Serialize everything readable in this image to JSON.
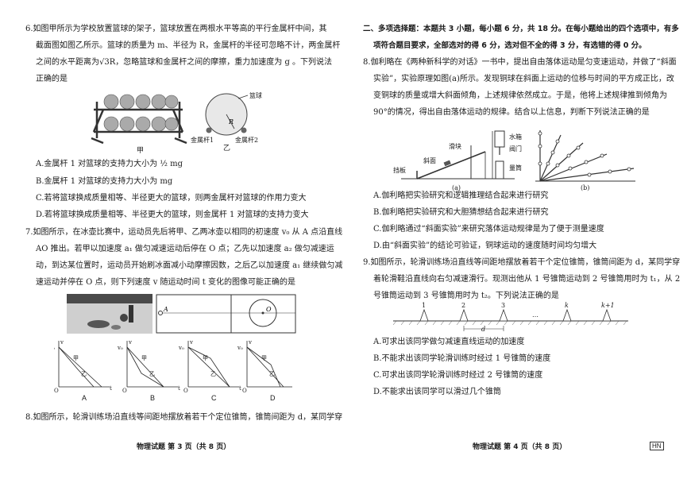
{
  "left": {
    "q6": {
      "lines": [
        "6.如图甲所示为学校放置篮球的架子，篮球放置在两根水平等高的平行金属杆中间，其",
        "截面图如图乙所示。篮球的质量为 m、半径为 R，金属杆的半径可忽略不计，两金属杆",
        "之间的水平距离为√3R，忽略篮球和金属杆之间的摩擦，重力加速度为 g 。下列说法",
        "正确的是"
      ],
      "fig_labels": {
        "jia": "甲",
        "yi": "乙",
        "ball": "篮球",
        "rod1": "金属杆1",
        "rod2": "金属杆2",
        "r": "R"
      },
      "options": [
        "A.金属杆 1 对篮球的支持力大小为 ½ mg",
        "B.金属杆 1 对篮球的支持力大小为 mg",
        "C.若将篮球换成质量相等、半径更大的篮球，则两金属杆对篮球的作用力变大",
        "D.若将篮球换成质量相等、半径更大的篮球，则金属杆 1 对篮球的支持力变大"
      ]
    },
    "q7": {
      "lines": [
        "7.如图所示，在冰壶比赛中，运动员先后将甲、乙两冰壶以相同的初速度 v₀ 从 A 点沿直线",
        "AO 推出。若甲以加速度 a₁ 做匀减速运动后停在 O 点；乙先以加速度 a₂ 做匀减速运",
        "动，到达某位置时，运动员开始刷冰面减小动摩擦因数，之后乙以加速度 a₁ 继续做匀减",
        "速运动并停在 O 点，则下列速度 v 随运动时间 t 变化的图像可能正确的是"
      ],
      "fig_labels": {
        "a": "A",
        "o": "O"
      },
      "graphs": [
        {
          "label": "A",
          "jia": "甲",
          "yi": "乙"
        },
        {
          "label": "B",
          "jia": "甲",
          "yi": "乙"
        },
        {
          "label": "C",
          "jia": "甲",
          "yi": "乙"
        },
        {
          "label": "D",
          "jia": "甲",
          "yi": "乙"
        }
      ],
      "axis": {
        "v": "v",
        "t": "t",
        "v0": "v₀",
        "o": "O"
      }
    },
    "q8_start": [
      "8.如图所示，轮滑训练场沿直线等间距地摆放着若干个定位锥筒，锥筒间距为 d，某同学穿"
    ],
    "footer": "物理试题  第 3 页（共 8 页）"
  },
  "right": {
    "section": [
      "二、多项选择题：本题共 3 小题，每小题 6 分，共 18 分。在每小题给出的四个选项中，有多",
      "项符合题目要求，全部选对的得 6 分，选对但不全的得 3 分，有选错的得 0 分。"
    ],
    "q8": {
      "lines": [
        "8.伽利略在《两种新科学的对话》一书中，提出自由落体运动是匀变速运动，并做了“斜面",
        "实验”，实验原理如图(a)所示。发现铜球在斜面上运动的位移与时间的平方成正比，改",
        "变铜球的质量或增大斜面倾角，上述规律依然成立。于是，他将上述规律推到倾角为",
        "90°的情况，得出自由落体运动的规律。结合以上信息，判断下列说法正确的是"
      ],
      "fig_labels": {
        "dangban": "挡板",
        "xiemian": "斜面",
        "huakuai": "滑块",
        "shuixiang": "水箱",
        "famen": "阀门",
        "liangtong": "量筒",
        "a": "(a)",
        "b": "(b)"
      },
      "options": [
        "A.伽利略把实验研究和逻辑推理结合起来进行研究",
        "B.伽利略把实验研究和大胆猜想结合起来进行研究",
        "C.伽利略通过“斜面实验”来研究落体运动规律是为了便于测量速度",
        "D.由“斜面实验”的结论可验证，铜球运动的速度随时间均匀增大"
      ]
    },
    "q9": {
      "lines": [
        "9.如图所示，轮滑训练场沿直线等间距地摆放着若干个定位锥筒，锥筒间距为 d，某同学穿",
        "着轮滑鞋沿直线向右匀减速滑行。现测出他从 1 号锥筒运动到 2 号锥筒用时为 t₁，从 2",
        "号锥筒运动到 3 号锥筒用时为 t₂。下列说法正确的是"
      ],
      "fig_labels": {
        "c1": "1",
        "c2": "2",
        "c3": "3",
        "dots": "…",
        "ck": "k",
        "ck1": "k+1",
        "d": "d"
      },
      "options": [
        "A.可求出该同学做匀减速直线运动的加速度",
        "B.不能求出该同学轮滑训练时经过 1 号锥筒的速度",
        "C.可求出该同学轮滑训练时经过 2 号锥筒的速度",
        "D.不能求出该同学可以滑过几个锥筒"
      ]
    },
    "footer": "物理试题  第 4 页（共 8 页）",
    "badge": "HN"
  }
}
